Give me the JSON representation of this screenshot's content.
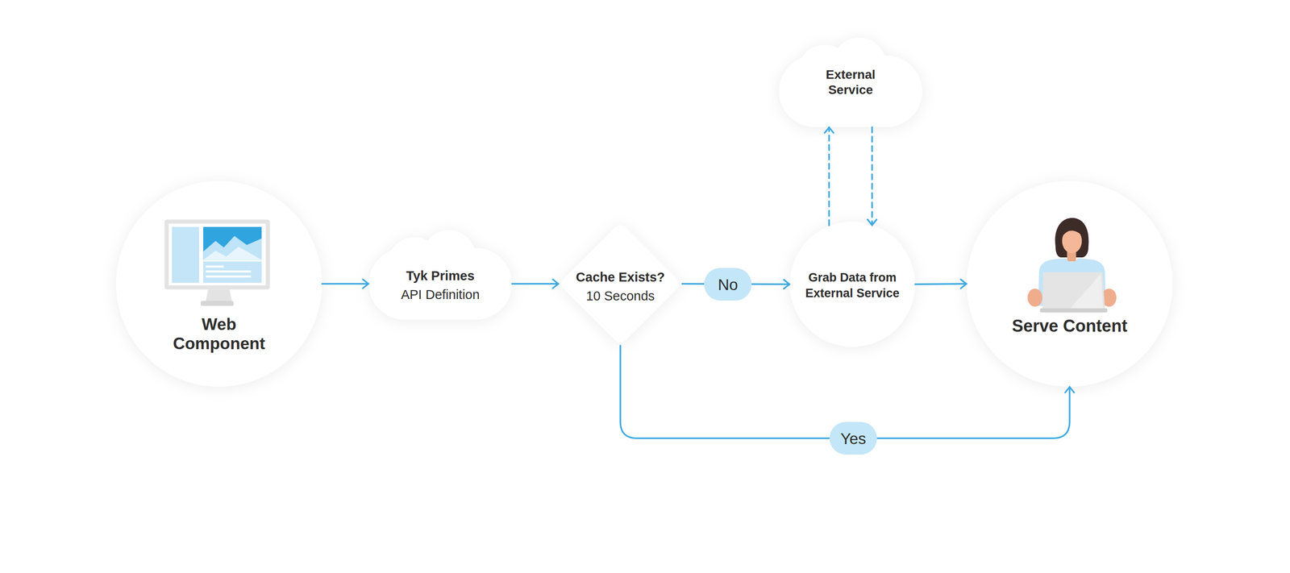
{
  "diagram": {
    "nodes": [
      {
        "text": [
          "Web Component"
        ]
      },
      {
        "text": [
          "Tyk Primes",
          "API Definition"
        ]
      },
      {
        "text": [
          "Cache Exists?",
          "10 Seconds"
        ]
      },
      {
        "text": [
          "Grab Data from External Service"
        ]
      },
      {
        "text": [
          "External Service"
        ]
      },
      {
        "text": [
          "Serve Content"
        ]
      }
    ],
    "edges": [
      {
        "from": 0,
        "to": 1,
        "arrow": "to"
      },
      {
        "from": 1,
        "to": 2,
        "arrow": "to"
      },
      {
        "from": 2,
        "to": 3,
        "label": "No",
        "arrow": "to"
      },
      {
        "from": 3,
        "to": 4,
        "arrow": "to"
      },
      {
        "from": 4,
        "to": 3,
        "arrow": "to"
      },
      {
        "from": 3,
        "to": 5,
        "arrow": "to"
      },
      {
        "from": 2,
        "to": 5,
        "label": "Yes",
        "arrow": "to"
      }
    ]
  }
}
